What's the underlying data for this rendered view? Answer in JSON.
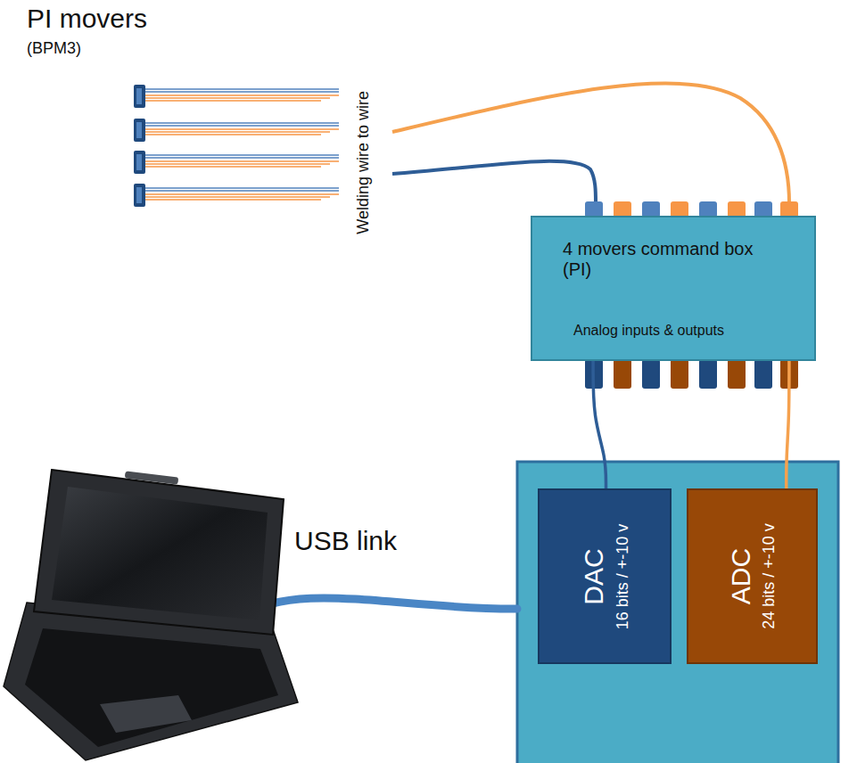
{
  "diagram": {
    "title": "PI movers",
    "nodes": [
      {
        "text": [
          "4 movers command box (PI)",
          "Analog inputs & outputs"
        ]
      },
      {
        "text": [
          "DAC",
          "16 bits / +-10 v"
        ]
      },
      {
        "text": [
          "ADC",
          "24 bits / +-10 v"
        ]
      }
    ],
    "edges": [
      {
        "from": 0,
        "to": 1,
        "arrow": "none"
      },
      {
        "from": 0,
        "to": 2,
        "arrow": "none"
      }
    ],
    "labels": [
      "(BPM3)",
      "Welding wire to wire",
      "USB link"
    ]
  }
}
